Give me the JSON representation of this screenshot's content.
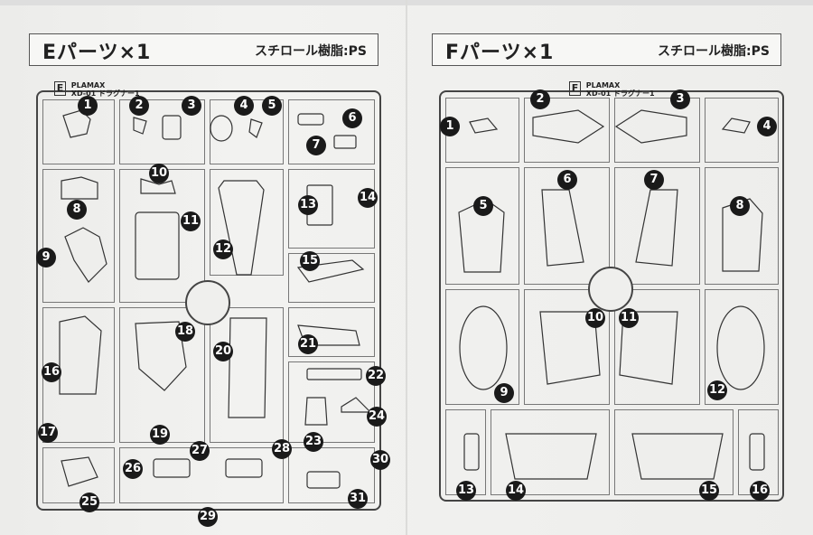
{
  "left_sheet": {
    "title": "Eパーツ×1",
    "material": "スチロール樹脂:PS",
    "runner_code": "E",
    "runner_label_1": "PLAMAX",
    "runner_label_2": "XD-01 ドラグナー1",
    "part_numbers": [
      "1",
      "2",
      "3",
      "4",
      "5",
      "6",
      "7",
      "8",
      "9",
      "10",
      "11",
      "12",
      "13",
      "14",
      "15",
      "16",
      "17",
      "18",
      "19",
      "20",
      "21",
      "22",
      "23",
      "24",
      "25",
      "26",
      "27",
      "28",
      "29",
      "30",
      "31"
    ]
  },
  "right_sheet": {
    "title": "Fパーツ×1",
    "material": "スチロール樹脂:PS",
    "runner_code": "F",
    "runner_label_1": "PLAMAX",
    "runner_label_2": "XD-01 ドラグナー1",
    "part_numbers": [
      "1",
      "2",
      "3",
      "4",
      "5",
      "6",
      "7",
      "8",
      "9",
      "10",
      "11",
      "12",
      "13",
      "14",
      "15",
      "16"
    ]
  }
}
